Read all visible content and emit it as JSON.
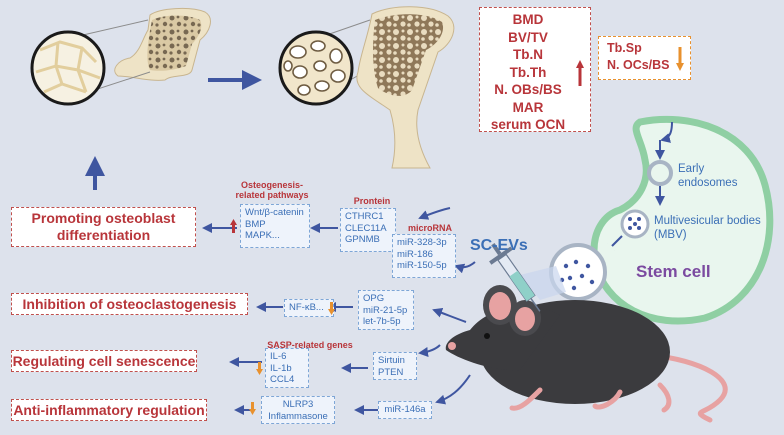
{
  "top_box_up": {
    "items": [
      "BMD",
      "BV/TV",
      "Tb.N",
      "Tb.Th",
      "N. OBs/BS",
      "MAR",
      "serum OCN"
    ],
    "arrow": "up-arrow-icon"
  },
  "top_box_down": {
    "items": [
      "Tb.Sp",
      "N. OCs/BS"
    ],
    "arrow": "down-arrow-icon"
  },
  "outcomes": {
    "osteoblast": "Promoting osteoblast differentiation",
    "osteoclast": "Inhibition of osteoclastogenesis",
    "senescence": "Regulating cell senescence",
    "inflammation": "Anti-inflammatory regulation"
  },
  "labels": {
    "osteo_pathways": "Osteogenesis-related pathways",
    "protein": "Prontein",
    "microrna": "microRNA",
    "sasp": "SASP-related genes",
    "sc_evs": "SC-EVs"
  },
  "boxes": {
    "pathways": [
      "Wnt/β-catenin",
      "BMP",
      "MAPK..."
    ],
    "proteins": [
      "CTHRC1",
      "CLEC11A",
      "GPNMB"
    ],
    "mirnas_top": [
      "miR-328-3p",
      "miR-186",
      "miR-150-5p"
    ],
    "nfkb": "NF-κB...",
    "mirnas_mid": [
      "OPG",
      "miR-21-5p",
      "let-7b-5p"
    ],
    "sasp_genes": [
      "IL-6",
      "IL-1b",
      "CCL4"
    ],
    "sirtuin": [
      "Sirtuin",
      "PTEN"
    ],
    "inflam": [
      "NLRP3",
      "Inflammasone"
    ],
    "mir146": "miR-146a"
  },
  "cell": {
    "early_endosomes": "Early endosomes",
    "mvb": "Multivesicular bodies (MBV)",
    "stem_cell": "Stem cell"
  },
  "colors": {
    "red": "#b8353a",
    "blue": "#3b6fb6",
    "arrow_blue": "#3f56a0",
    "orange": "#e8912e",
    "purple": "#7b4aa0",
    "cell_fill": "#e9f6ee",
    "cell_stroke": "#8fcfa3"
  }
}
